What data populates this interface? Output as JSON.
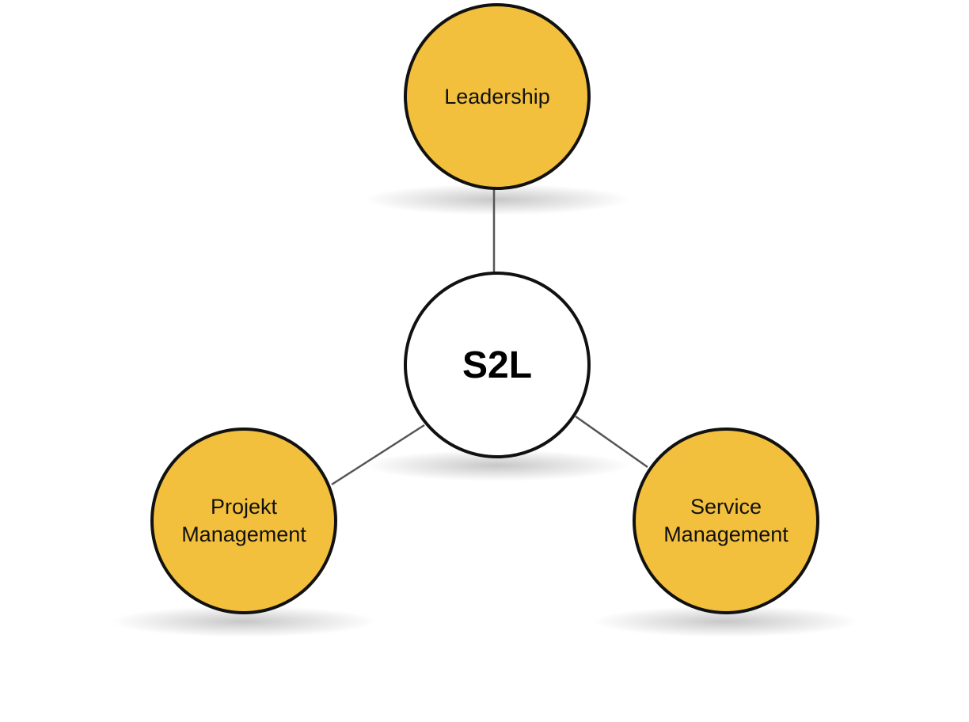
{
  "diagram": {
    "center": {
      "label": "S2L"
    },
    "nodes": [
      {
        "label": "Leadership"
      },
      {
        "label_line1": "Projekt",
        "label_line2": "Management"
      },
      {
        "label_line1": "Service",
        "label_line2": "Management"
      }
    ],
    "colors": {
      "node_fill": "#F2C03D",
      "center_fill": "#FFFFFF",
      "outline": "#111111",
      "connector": "#555555"
    }
  }
}
